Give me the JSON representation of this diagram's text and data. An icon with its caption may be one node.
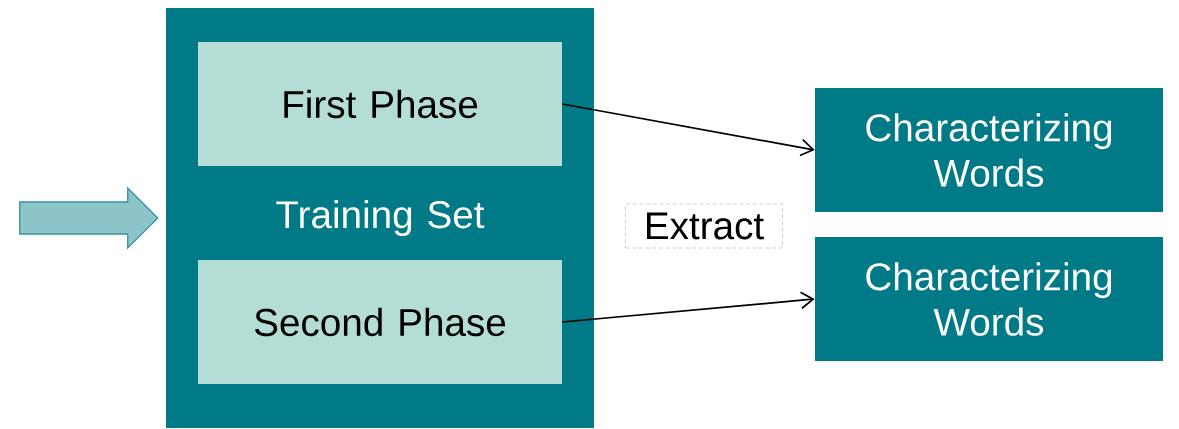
{
  "diagram": {
    "nodes": [
      {
        "text": [
          "Training Set"
        ]
      },
      {
        "text": [
          "First Phase"
        ],
        "in": 0
      },
      {
        "text": [
          "Second Phase"
        ],
        "in": 0
      },
      {
        "text": [
          "Characterizing Words"
        ]
      },
      {
        "text": [
          "Characterizing Words"
        ]
      },
      {
        "text": [
          "Extract"
        ]
      }
    ],
    "edges": [
      {
        "from": null,
        "to": 0,
        "arrow": "to",
        "style": "thick",
        "color": "#8cc4ca"
      },
      {
        "from": 1,
        "to": 3,
        "arrow": "to"
      },
      {
        "from": 2,
        "to": 4,
        "arrow": "to"
      }
    ]
  }
}
